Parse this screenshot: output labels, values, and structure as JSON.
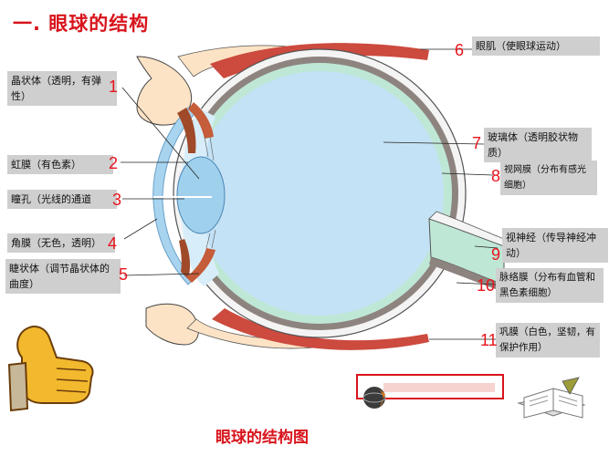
{
  "title": "一. 眼球的结构",
  "caption": "眼球的结构图",
  "colors": {
    "accent": "#d8141c",
    "label_bg": "#cfcfcf",
    "vitreous": "#c4e2f5",
    "lens": "#9fd0ec",
    "retina": "#bfe7d6",
    "choroid": "#8e847f",
    "sclera": "#f5f5f5",
    "muscle": "#c94a40"
  },
  "labels": [
    {
      "number": "1",
      "text": "晶状体（透明，有弹性）"
    },
    {
      "number": "2",
      "text": "虹膜（有色素）"
    },
    {
      "number": "3",
      "text": "瞳孔（光线的通道"
    },
    {
      "number": "4",
      "text": "角膜（无色，透明）"
    },
    {
      "number": "5",
      "text": "睫状体（调节晶状体的曲度）"
    },
    {
      "number": "6",
      "text": "眼肌（使眼球运动）"
    },
    {
      "number": "7",
      "text": "玻璃体（透明胶状物质）"
    },
    {
      "number": "8",
      "text": "视网膜（分布有感光细胞）"
    },
    {
      "number": "9",
      "text": "视神经（传导神经冲动）"
    },
    {
      "number": "10",
      "text": "脉络膜（分布有血管和黑色素细胞）"
    },
    {
      "number": "11",
      "text": "巩膜（白色，坚韧，有保护作用）"
    }
  ],
  "icons": [
    "thumbs-up-icon",
    "globe-icon",
    "open-book-icon"
  ]
}
